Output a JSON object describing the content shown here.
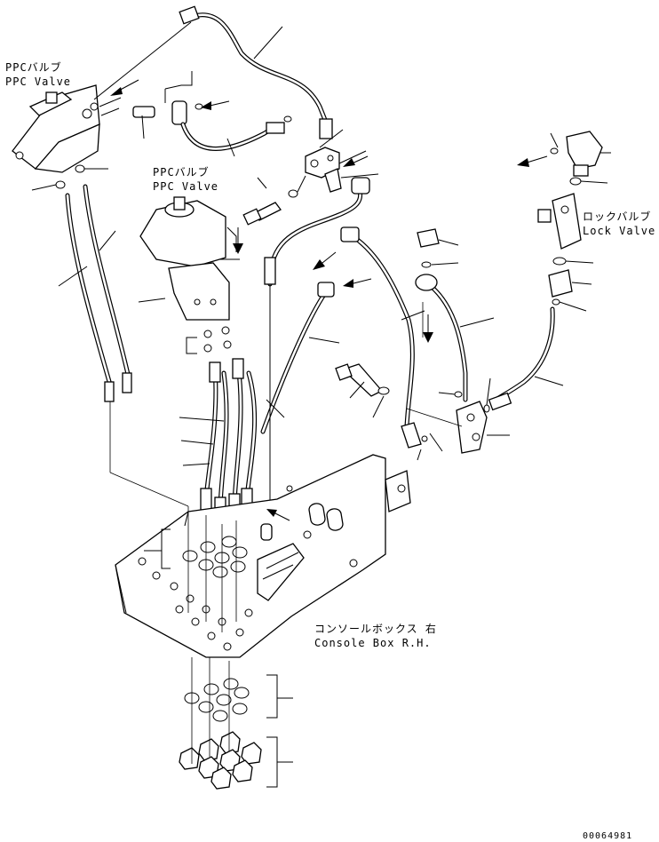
{
  "labels": {
    "ppc_valve_top_jp": "PPCバルブ",
    "ppc_valve_top_en": "PPC Valve",
    "ppc_valve_mid_jp": "PPCバルブ",
    "ppc_valve_mid_en": "PPC Valve",
    "lock_valve_jp": "ロックバルブ",
    "lock_valve_en": "Lock Valve",
    "console_box_jp": "コンソールボックス 右",
    "console_box_en": "Console Box R.H.",
    "drawing_number": "00064981"
  }
}
